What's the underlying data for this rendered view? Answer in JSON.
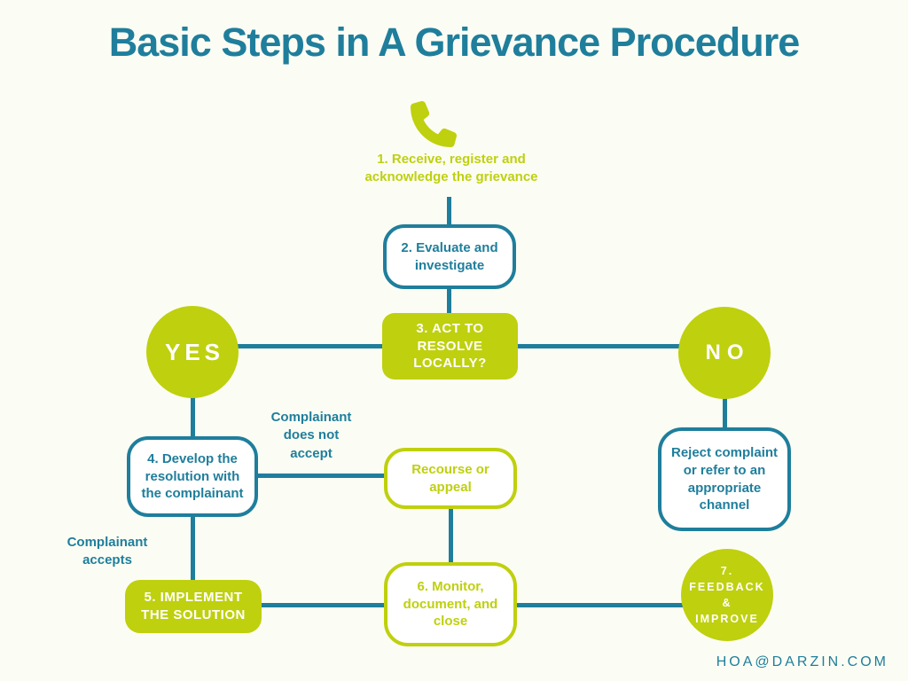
{
  "title": "Basic Steps in A Grievance Procedure",
  "colors": {
    "teal": "#1f7e9c",
    "lime": "#bfd00e",
    "background": "#fbfdf4",
    "text_on_fill": "#ffffff"
  },
  "icons": {
    "phone": "phone-icon"
  },
  "nodes": {
    "step1": "1. Receive, register and\nacknowledge the grievance",
    "step2": "2. Evaluate and\ninvestigate",
    "step3": "3. ACT TO\nRESOLVE\nLOCALLY?",
    "yes": "YES",
    "no": "NO",
    "step4": "4. Develop the\nresolution with\nthe complainant",
    "recourse": "Recourse or\nappeal",
    "reject": "Reject complaint\nor refer to an\nappropriate\nchannel",
    "step5": "5. IMPLEMENT\nTHE SOLUTION",
    "step6": "6. Monitor,\ndocument, and\nclose",
    "step7": "7.\nFEEDBACK\n&\nIMPROVE"
  },
  "labels": {
    "does_not_accept": "Complainant\ndoes not\naccept",
    "accepts": "Complainant\naccepts"
  },
  "footer": {
    "email": "HOA@DARZIN.COM"
  }
}
